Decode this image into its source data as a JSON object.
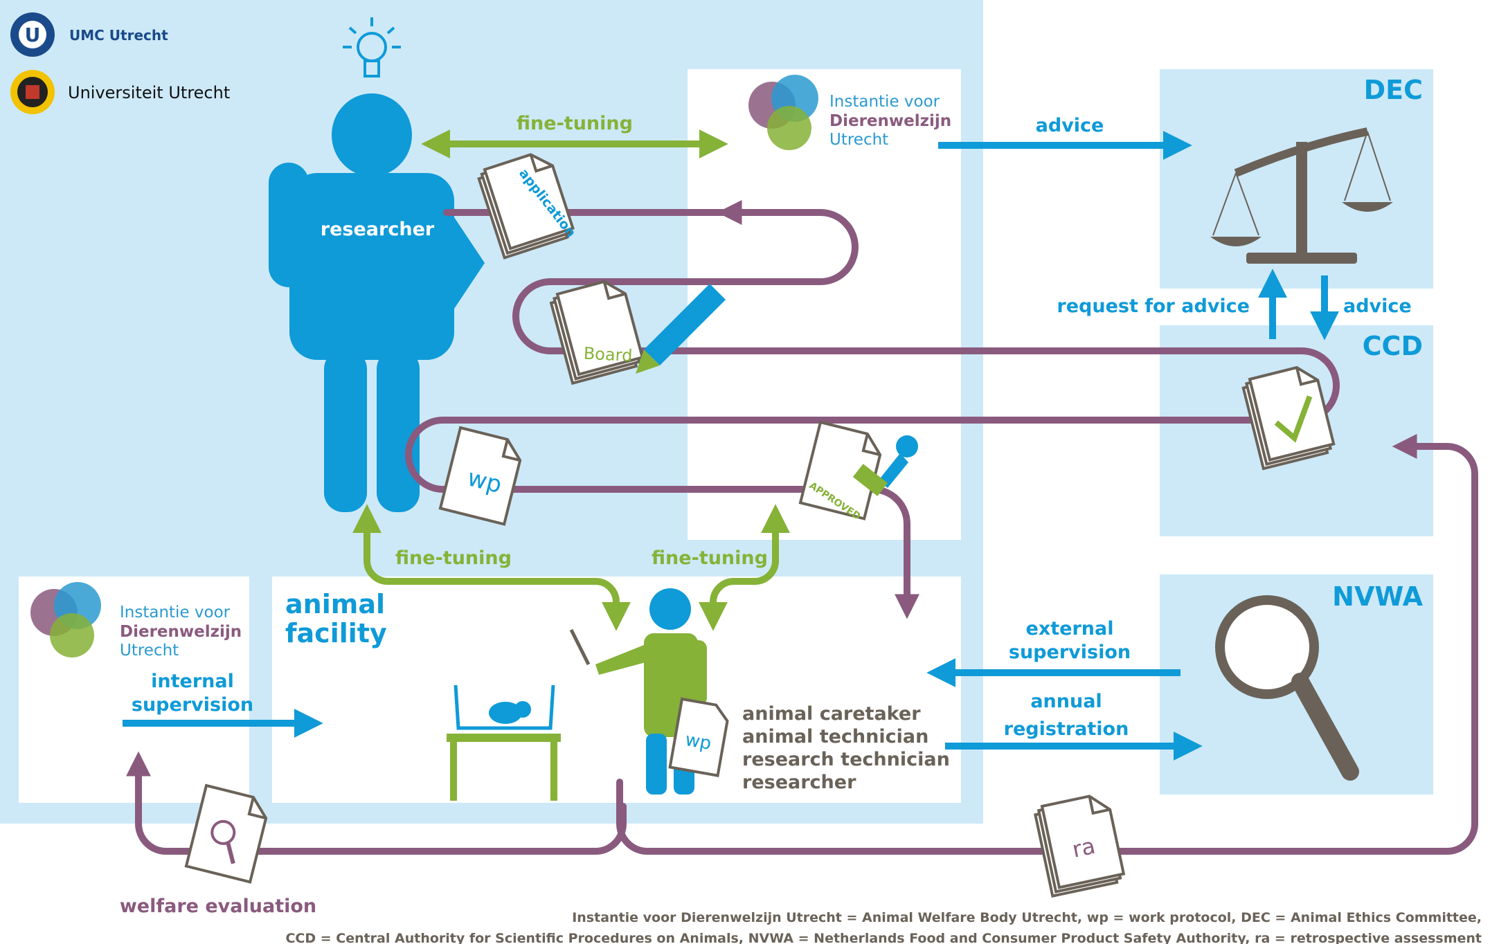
{
  "logos": {
    "umc": "UMC Utrecht",
    "uu": "Universiteit Utrecht",
    "ivd_line1": "Instantie voor",
    "ivd_line2": "Dierenwelzijn",
    "ivd_line3": "Utrecht"
  },
  "boxes": {
    "dec": "DEC",
    "ccd": "CCD",
    "nvwa": "NVWA",
    "animal_facility_1": "animal",
    "animal_facility_2": "facility"
  },
  "labels": {
    "researcher": "researcher",
    "fine_tuning_top": "fine-tuning",
    "fine_tuning_left": "fine-tuning",
    "fine_tuning_right": "fine-tuning",
    "advice_top": "advice",
    "request_for_advice": "request for advice",
    "advice_ccd": "advice",
    "external_supervision_1": "external",
    "external_supervision_2": "supervision",
    "annual_registration_1": "annual",
    "annual_registration_2": "registration",
    "internal_supervision_1": "internal",
    "internal_supervision_2": "supervision",
    "welfare_evaluation": "welfare evaluation",
    "roles": [
      "animal caretaker",
      "animal technician",
      "research technician",
      "researcher"
    ]
  },
  "documents": {
    "application": "application",
    "board": "Board",
    "wp": "wp",
    "approved": "APPROVED",
    "wp_small": "wp",
    "ra": "ra"
  },
  "footer": {
    "line1": "Instantie voor Dierenwelzijn Utrecht = Animal Welfare Body Utrecht, wp = work protocol, DEC = Animal Ethics Committee,",
    "line2": "CCD = Central Authority for Scientific Procedures on Animals, NVWA = Netherlands Food and Consumer Product Safety Authority,  ra = retrospective assessment"
  },
  "colors": {
    "light_blue": "#cde9f8",
    "blue": "#0f9ad8",
    "green": "#86b237",
    "purple": "#8a5a7e",
    "grey": "#6a6258"
  }
}
